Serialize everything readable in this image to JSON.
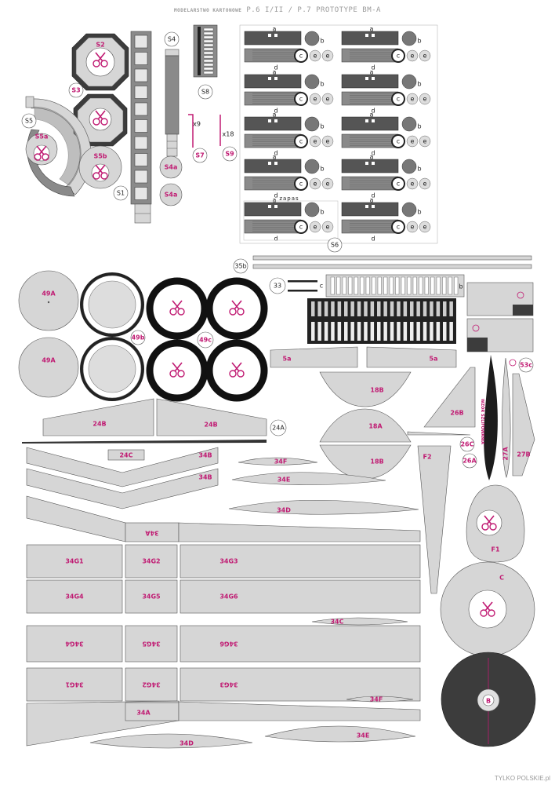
{
  "header": {
    "publisher": "MODELARSTWO KARTONOWE",
    "title": "P.6 I/II / P.7 PROTOTYPE BM-A"
  },
  "footer": {
    "brand": "TYLKO POLSKIE.pl"
  },
  "parts": {
    "S2": "S2",
    "S3": "S3",
    "S4": "S4",
    "S4a": "S4a",
    "S5": "S5",
    "S5a": "S5a",
    "S5b": "S5b",
    "S1": "S1",
    "S6": "S6",
    "S7": "S7",
    "S8": "S8",
    "S9": "S9",
    "x9": "x9",
    "x18": "x18",
    "zapas": "zapas",
    "a": "a",
    "b": "b",
    "c": "c",
    "d": "d",
    "e": "e",
    "35b": "35b",
    "33": "33",
    "53c": "53c",
    "49A": "49A",
    "49b": "49b",
    "49c": "49c",
    "5a": "5a",
    "18B": "18B",
    "18A": "18A",
    "24B": "24B",
    "24A": "24A",
    "24C": "24C",
    "26B": "26B",
    "26C": "26C",
    "26A": "26A",
    "27A": "27A",
    "27B": "27B",
    "F1": "F1",
    "F2": "F2",
    "C": "C",
    "B": "B",
    "34B": "34B",
    "34F": "34F",
    "34E": "34E",
    "34D": "34D",
    "34A": "34A",
    "34C": "34C",
    "34G1": "34G1",
    "34G2": "34G2",
    "34G3": "34G3",
    "34G4": "34G4",
    "34G5": "34G5",
    "34G6": "34G6",
    "wzor": "WZÓR SZLIFOWANIA"
  },
  "colors": {
    "paper": "#ffffff",
    "part_fill": "#d6d6d6",
    "label": "#c01a72",
    "dark": "#3c3c3c"
  },
  "icons": {
    "cut_mark": "scissors-icon"
  }
}
